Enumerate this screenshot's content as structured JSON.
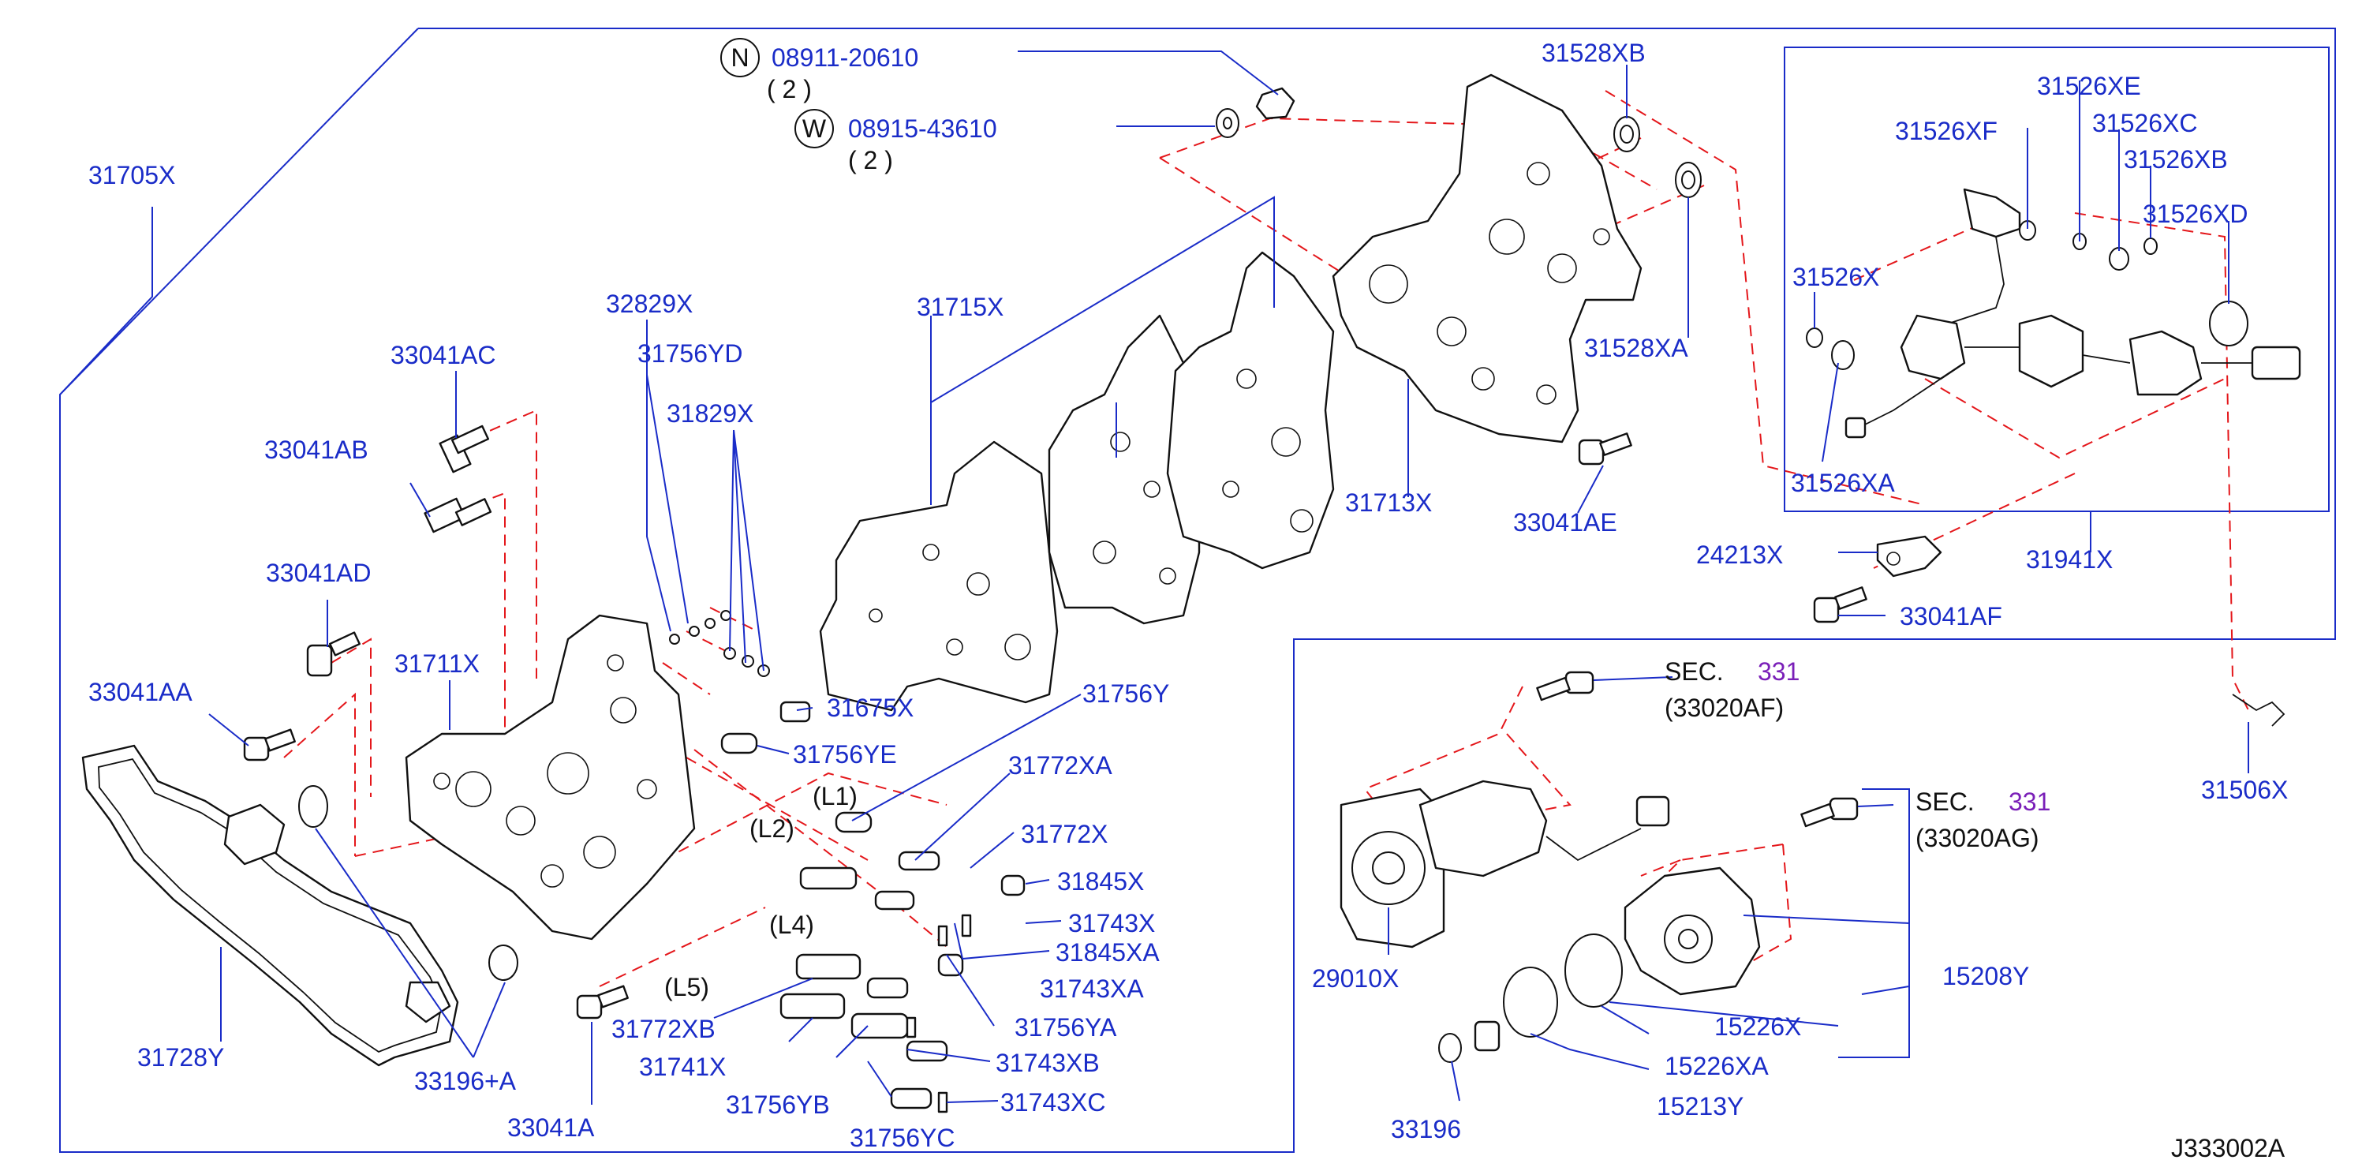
{
  "diagram_code": "J333002A",
  "callouts": [
    {
      "id": "n-mark",
      "letter": "N",
      "part": "08911-20610",
      "qty": "( 2 )"
    },
    {
      "id": "w-mark",
      "letter": "W",
      "part": "08915-43610",
      "qty": "( 2 )"
    }
  ],
  "labels": {
    "p31705X": "31705X",
    "p32829X": "32829X",
    "p31756YD": "31756YD",
    "p31829X": "31829X",
    "p33041AC": "33041AC",
    "p33041AB": "33041AB",
    "p33041AD": "33041AD",
    "p33041AA": "33041AA",
    "p31711X": "31711X",
    "p31715X": "31715X",
    "p31528XB": "31528XB",
    "p31528XA": "31528XA",
    "p31713X": "31713X",
    "p33041AE": "33041AE",
    "p31526XE": "31526XE",
    "p31526XF": "31526XF",
    "p31526XC": "31526XC",
    "p31526XB": "31526XB",
    "p31526XD": "31526XD",
    "p31526X": "31526X",
    "p31526XA": "31526XA",
    "p24213X": "24213X",
    "p31941X": "31941X",
    "p33041AF": "33041AF",
    "p31506X": "31506X",
    "p31675X": "31675X",
    "p31756YE": "31756YE",
    "p31756Y": "31756Y",
    "p31772XA": "31772XA",
    "p31772X": "31772X",
    "p31845X": "31845X",
    "p31743X": "31743X",
    "p31845XA": "31845XA",
    "p31743XA": "31743XA",
    "p31756YA": "31756YA",
    "p31743XB": "31743XB",
    "p31743XC": "31743XC",
    "p31772XB": "31772XB",
    "p31741X": "31741X",
    "p31756YB": "31756YB",
    "p31756YC": "31756YC",
    "p31728Y": "31728Y",
    "p33196A": "33196+A",
    "p33041A": "33041A",
    "p29010X": "29010X",
    "p15208Y": "15208Y",
    "p15226X": "15226X",
    "p15226XA": "15226XA",
    "p15213Y": "15213Y",
    "p33196": "33196"
  },
  "position_tags": {
    "L1": "(L1)",
    "L2": "(L2)",
    "L4": "(L4)",
    "L5": "(L5)"
  },
  "section_refs": [
    {
      "id": "sec1",
      "prefix": "SEC.",
      "number": "331",
      "sub": "(33020AF)"
    },
    {
      "id": "sec2",
      "prefix": "SEC.",
      "number": "331",
      "sub": "(33020AG)"
    }
  ],
  "colors": {
    "label": "#1a2cc8",
    "leader": "#1a2cc8",
    "assembly_dash": "#e4171b",
    "section_number": "#7a1fb8",
    "part_outline": "#111111"
  }
}
